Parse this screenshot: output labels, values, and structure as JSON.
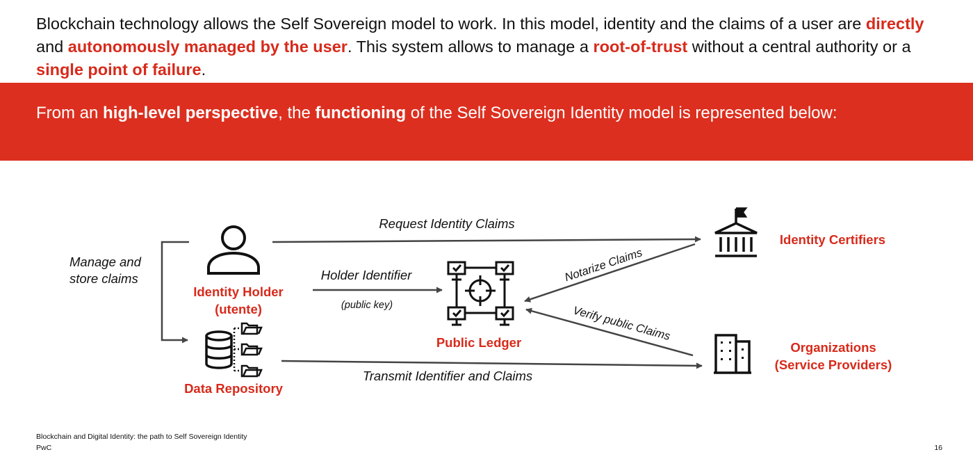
{
  "intro": {
    "p1": "Blockchain technology allows the Self Sovereign model to work. In this model, identity and the claims of a user are ",
    "h1": "directly",
    "p2": " and ",
    "h2": "autonomously managed by the user",
    "p3": ". This system allows to manage a ",
    "h3": "root-of-trust",
    "p4": " without a central authority or a ",
    "h4": "single point of failure",
    "p5": "."
  },
  "band": {
    "t1": "From an ",
    "b1": "high-level perspective",
    "t2": ", the ",
    "b2": "functioning",
    "t3": " of the Self Sovereign Identity model is represented below:"
  },
  "diagram": {
    "manage_line1": "Manage and",
    "manage_line2": "store claims",
    "holder_line1": "Identity Holder",
    "holder_line2": "(utente)",
    "repository": "Data Repository",
    "ledger": "Public Ledger",
    "certifiers": "Identity Certifiers",
    "org_line1": "Organizations",
    "org_line2": "(Service Providers)",
    "request": "Request Identity Claims",
    "holder_id": "Holder Identifier",
    "public_key": "(public key)",
    "notarize": "Notarize Claims",
    "verify": "Verify public Claims",
    "transmit": "Transmit Identifier and Claims"
  },
  "footer": {
    "title": "Blockchain and Digital Identity: the path to Self Sovereign Identity",
    "company": "PwC",
    "page": "16"
  },
  "colors": {
    "accent": "#dc2f1f",
    "highlight": "#d72a1b",
    "arrow": "#444444"
  }
}
